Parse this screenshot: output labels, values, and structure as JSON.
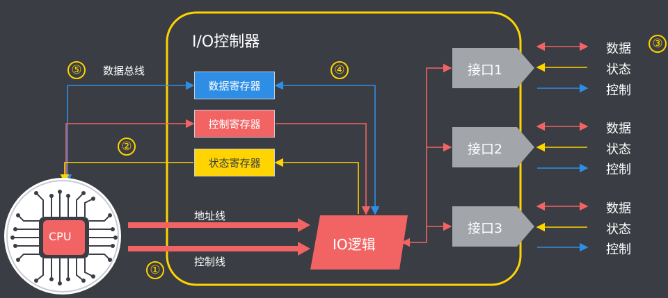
{
  "controller": {
    "title": "I/O控制器"
  },
  "registers": [
    {
      "label": "数据寄存器",
      "color": "#2e8ee6",
      "text_color": "#ffffff"
    },
    {
      "label": "控制寄存器",
      "color": "#f26464",
      "text_color": "#ffffff"
    },
    {
      "label": "状态寄存器",
      "color": "#ffd400",
      "text_color": "#3a3d43"
    }
  ],
  "io_logic": {
    "label": "IO逻辑",
    "color": "#f26464"
  },
  "interfaces": [
    {
      "label": "接口1",
      "signals": [
        "数据",
        "状态",
        "控制"
      ]
    },
    {
      "label": "接口2",
      "signals": [
        "数据",
        "状态",
        "控制"
      ]
    },
    {
      "label": "接口3",
      "signals": [
        "数据",
        "状态",
        "控制"
      ]
    }
  ],
  "bus": {
    "data_bus": "数据总线",
    "address_line": "地址线",
    "control_line": "控制线"
  },
  "cpu": {
    "label": "CPU"
  },
  "markers": [
    "①",
    "②",
    "③",
    "④",
    "⑤"
  ],
  "colors": {
    "data": "#f26464",
    "status": "#ffd400",
    "control": "#2e8ee6",
    "frame": "#ffd400",
    "interface": "#a2a5a9"
  }
}
